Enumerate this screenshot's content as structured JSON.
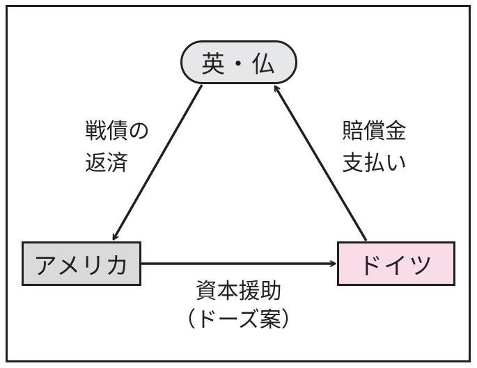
{
  "nodes": {
    "uk_france": {
      "label": "英・仏",
      "fill": "#e6e7e8"
    },
    "america": {
      "label": "アメリカ",
      "fill": "#d9dada"
    },
    "germany": {
      "label": "ドイツ",
      "fill": "#f8dce8"
    }
  },
  "edges": {
    "war_debt": {
      "line1": "戦債の",
      "line2": "返済"
    },
    "reparations": {
      "line1": "賠償金",
      "line2": "支払い"
    },
    "capital_aid": {
      "line1": "資本援助",
      "line2": "（ドーズ案）"
    }
  },
  "colors": {
    "stroke": "#231f20",
    "background": "#ffffff"
  }
}
